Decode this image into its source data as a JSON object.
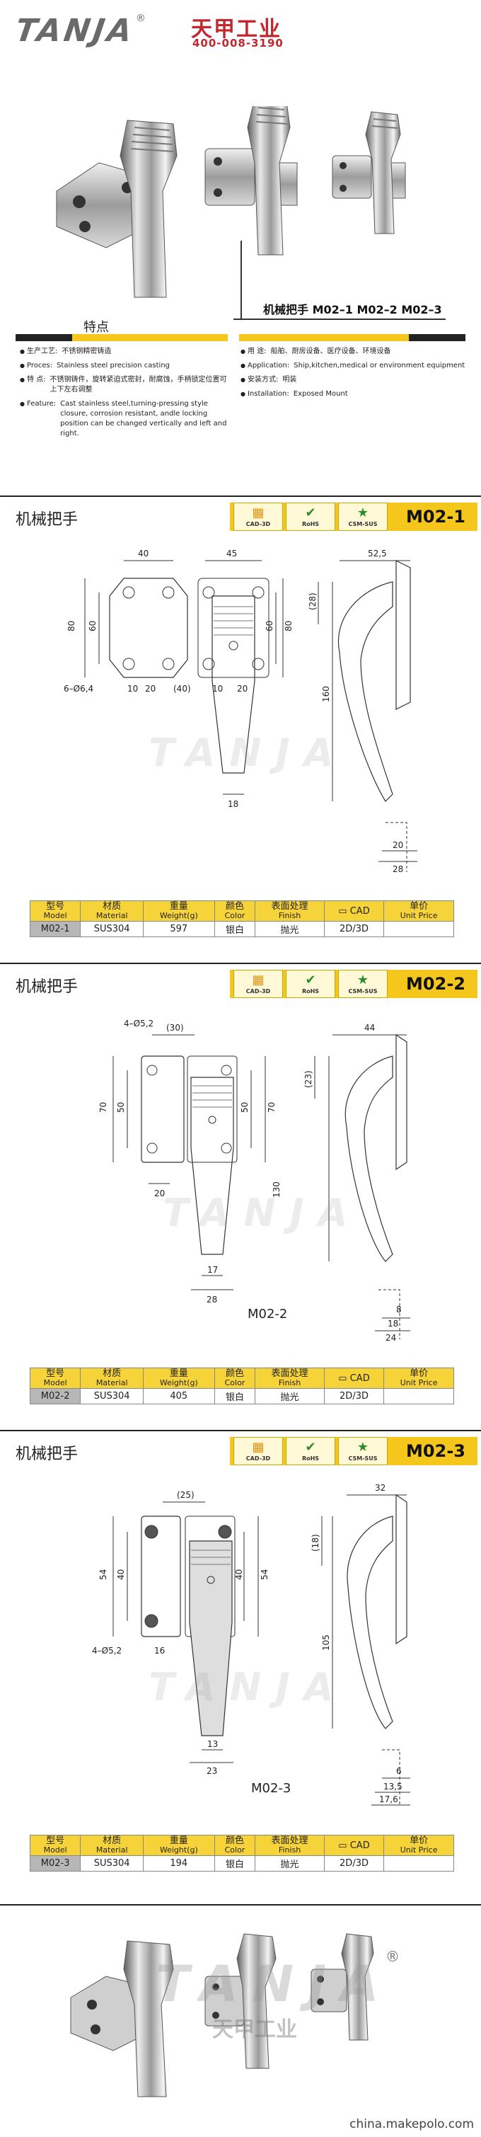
{
  "brand": {
    "latin": "TANJA",
    "reg_mark": "®",
    "cn": "天甲工业",
    "phone": "400-008-3190"
  },
  "intro": {
    "model_caption": "机械把手  M02–1  M02–2  M02–3",
    "features_title": "特点",
    "left_features": [
      {
        "key": "生产工艺:",
        "value": "不锈钢精密铸造"
      },
      {
        "key": "Proces:",
        "value": "Stainless steel precision casting"
      },
      {
        "key": "特      点:",
        "value": "不锈钢铸件，旋转紧迫式密封，耐腐蚀，手柄锁定位置可上下左右调整"
      },
      {
        "key": "Feature:",
        "value": "Cast stainless steel,turning-pressing style closure, corrosion resistant, andle locking position can be changed vertically and left and right."
      }
    ],
    "right_features": [
      {
        "key": "用      途:",
        "value": "船舶、厨房设备、医疗设备、环境设备"
      },
      {
        "key": "Application:",
        "value": "Ship,kitchen,medical or environment equipment"
      },
      {
        "key": "安装方式:",
        "value": "明装"
      },
      {
        "key": "Installation:",
        "value": "Exposed Mount"
      }
    ]
  },
  "badges": {
    "cad": "CAD-3D",
    "rohs": "RoHS",
    "csm": "CSM-SUS"
  },
  "table_headers": [
    {
      "cn": "型号",
      "en": "Model"
    },
    {
      "cn": "材质",
      "en": "Material"
    },
    {
      "cn": "重量",
      "en": "Weight(g)"
    },
    {
      "cn": "颜色",
      "en": "Color"
    },
    {
      "cn": "表面处理",
      "en": "Finish"
    },
    {
      "cn": "CAD",
      "en": ""
    },
    {
      "cn": "单价",
      "en": "Unit Price"
    }
  ],
  "sections": [
    {
      "title": "机械把手",
      "model": "M02-1",
      "caption": "",
      "dims": {
        "top_left": "40",
        "top_mid": "45",
        "top_right": "52,5",
        "left_outer": "80",
        "left_inner": "60",
        "right_outer": "80",
        "right_inner": "60",
        "hole": "6–Ø6,4",
        "b1": "10",
        "b2": "20",
        "b3": "(40)",
        "b4": "10",
        "b5": "20",
        "bottom": "18",
        "height": "160",
        "side_top": "(28)",
        "side_b1": "20",
        "side_b2": "28"
      },
      "row": [
        "M02-1",
        "SUS304",
        "597",
        "银白",
        "抛光",
        "2D/3D",
        ""
      ]
    },
    {
      "title": "机械把手",
      "model": "M02-2",
      "caption": "M02-2",
      "dims": {
        "top_left": "(30)",
        "top_mid": "",
        "top_right": "44",
        "left_outer": "70",
        "left_inner": "50",
        "right_outer": "70",
        "right_inner": "50",
        "hole": "4–Ø5,2",
        "b1": "20",
        "b2": "",
        "b3": "",
        "b4": "",
        "b5": "",
        "bottom": "28",
        "bottom2": "17",
        "height": "130",
        "side_top": "(23)",
        "side_b1": "18",
        "side_b2": "24",
        "side_b3": "8"
      },
      "row": [
        "M02-2",
        "SUS304",
        "405",
        "银白",
        "抛光",
        "2D/3D",
        ""
      ]
    },
    {
      "title": "机械把手",
      "model": "M02-3",
      "caption": "M02-3",
      "dims": {
        "top_left": "(25)",
        "top_mid": "",
        "top_right": "32",
        "left_outer": "54",
        "left_inner": "40",
        "right_outer": "54",
        "right_inner": "40",
        "hole": "4–Ø5,2",
        "b1": "16",
        "b2": "",
        "b3": "",
        "b4": "",
        "b5": "",
        "bottom": "23",
        "bottom2": "13",
        "height": "105",
        "side_top": "(18)",
        "side_b1": "13,5",
        "side_b2": "17,6",
        "side_b3": "6"
      },
      "row": [
        "M02-3",
        "SUS304",
        "194",
        "银白",
        "抛光",
        "2D/3D",
        ""
      ]
    }
  ],
  "footer": {
    "source": "china.makepolo.com"
  }
}
